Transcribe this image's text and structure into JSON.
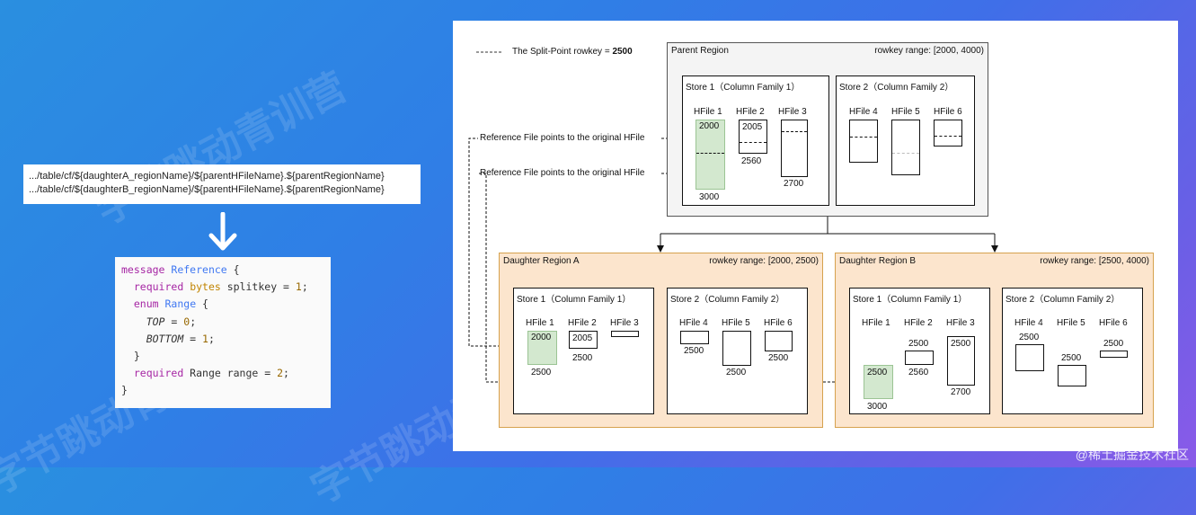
{
  "paths": {
    "line_a": ".../table/cf/${daughterA_regionName}/${parentHFileName}.${parentRegionName}",
    "line_b": ".../table/cf/${daughterB_regionName}/${parentHFileName}.${parentRegionName}"
  },
  "code": {
    "l1_kw": "message",
    "l1_type": "Reference",
    "l1_rest": " {",
    "l2_kw": "required",
    "l2_type": "bytes",
    "l2_rest": " splitkey = ",
    "l2_num": "1",
    "l2_end": ";",
    "l3_kw": "enum",
    "l3_type": "Range",
    "l3_rest": " {",
    "l4_name": "TOP",
    "l4_rest": " = ",
    "l4_num": "0",
    "l4_end": ";",
    "l5_name": "BOTTOM",
    "l5_rest": " = ",
    "l5_num": "1",
    "l5_end": ";",
    "l6": "}",
    "l7_kw": "required",
    "l7_rest": " Range range = ",
    "l7_num": "2",
    "l7_end": ";",
    "l8": "}"
  },
  "legend": {
    "prefix": "The Split-Point rowkey = ",
    "value": "2500"
  },
  "parent": {
    "title": "Parent Region",
    "range": "rowkey range: [2000, 4000)",
    "store1": "Store 1（Column Family 1）",
    "store2": "Store 2（Column Family 2）",
    "hfiles": [
      "HFile 1",
      "HFile 2",
      "HFile 3",
      "HFile 4",
      "HFile 5",
      "HFile 6"
    ],
    "values": {
      "h1_top": "2000",
      "h1_bottom": "3000",
      "h2_top": "2005",
      "h2_bottom": "2560",
      "h3_bottom": "2700"
    }
  },
  "refs": {
    "a": "Reference File points to the original HFile",
    "b": "Reference File points to the original HFile"
  },
  "daughter_a": {
    "title": "Daughter Region A",
    "range": "rowkey range: [2000, 2500)",
    "store1": "Store 1（Column Family 1）",
    "store2": "Store 2（Column Family 2）",
    "hfiles": [
      "HFile 1",
      "HFile 2",
      "HFile 3",
      "HFile 4",
      "HFile 5",
      "HFile 6"
    ],
    "values": {
      "h1_top": "2000",
      "h1_bottom": "2500",
      "h2_top": "2005",
      "h2_bottom": "2500",
      "h4_bottom": "2500",
      "h5_bottom": "2500",
      "h6_bottom": "2500"
    }
  },
  "daughter_b": {
    "title": "Daughter Region B",
    "range": "rowkey range: [2500, 4000)",
    "store1": "Store 1（Column Family 1）",
    "store2": "Store 2（Column Family 2）",
    "hfiles": [
      "HFile 1",
      "HFile 2",
      "HFile 3",
      "HFile 4",
      "HFile 5",
      "HFile 6"
    ],
    "values": {
      "h1_top": "2500",
      "h1_bottom": "3000",
      "h2_top": "2500",
      "h2_bottom": "2560",
      "h3_top": "2500",
      "h3_bottom": "2700",
      "h4_top": "2500",
      "h5_top": "2500",
      "h6_top": "2500"
    }
  },
  "watermark": "字节跳动青训营",
  "credit": "@稀土掘金技术社区",
  "colors": {
    "daughter_fill": "#fce5cd",
    "daughter_border": "#d6a24e",
    "parent_fill": "#f4f4f4",
    "green": "#d3e8cf"
  }
}
